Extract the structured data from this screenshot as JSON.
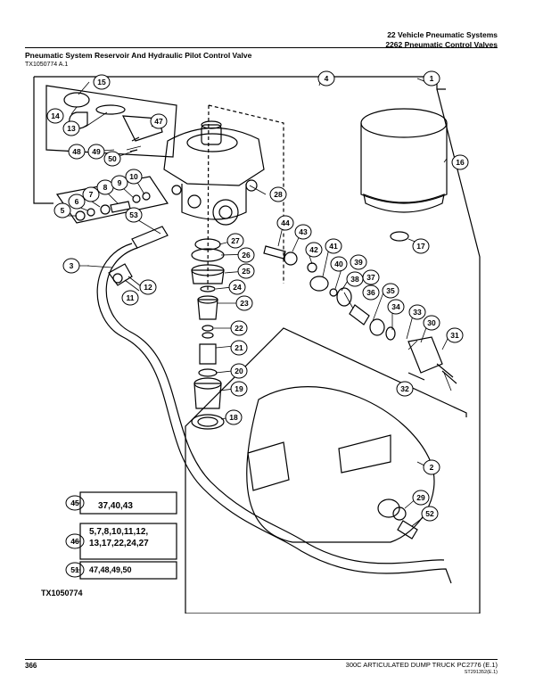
{
  "header": {
    "section": "22 Vehicle Pneumatic Systems",
    "group": "2262 Pneumatic Control Valves"
  },
  "page_title": "Pneumatic System Reservoir And Hydraulic Pilot Control Valve",
  "image_ref": "TX1050774 A.1",
  "callouts": [
    "1",
    "2",
    "3",
    "4",
    "5",
    "6",
    "7",
    "8",
    "9",
    "10",
    "11",
    "12",
    "13",
    "14",
    "15",
    "16",
    "17",
    "18",
    "19",
    "20",
    "21",
    "22",
    "23",
    "24",
    "25",
    "26",
    "27",
    "28",
    "29",
    "30",
    "31",
    "32",
    "33",
    "34",
    "35",
    "36",
    "37",
    "38",
    "39",
    "40",
    "41",
    "42",
    "43",
    "44",
    "45",
    "46",
    "47",
    "48",
    "49",
    "50",
    "51",
    "52",
    "53"
  ],
  "kits": [
    {
      "num": "45",
      "parts": [
        "37,40,43"
      ]
    },
    {
      "num": "46",
      "parts": [
        "5,7,8,10,11,12,",
        "13,17,22,24,27"
      ]
    },
    {
      "num": "51",
      "parts": [
        "47,48,49,50"
      ]
    }
  ],
  "figure_id": "TX1050774",
  "footer": {
    "page": "366",
    "manual": "300C ARTICULATED DUMP TRUCK   PC2776   (E.1)",
    "code": "ST291352(E.1)"
  }
}
